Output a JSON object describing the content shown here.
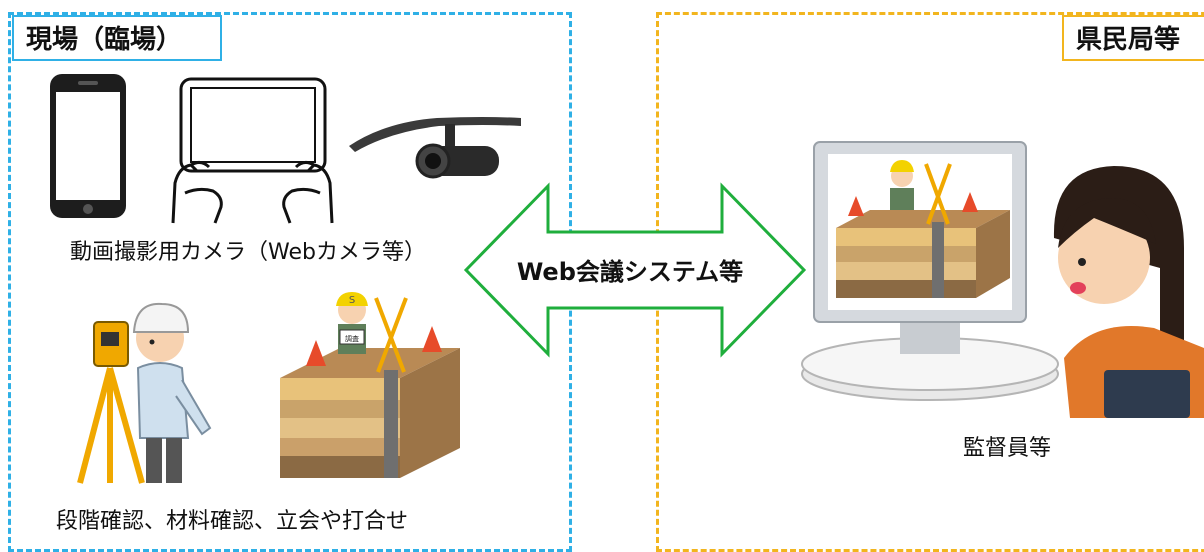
{
  "site_panel": {
    "title": "現場（臨場）"
  },
  "office_panel": {
    "title": "県民局等"
  },
  "devices_caption": "動画撮影用カメラ（Webカメラ等）",
  "activities_caption": "段階確認、材料確認、立会や打合せ",
  "connection_label": "Web会議システム等",
  "supervisor_caption": "監督員等",
  "illustration_labels": {
    "helmet_letter": "S",
    "sign_text": "調査"
  },
  "colors": {
    "site_border": "#2fb0e6",
    "office_border": "#f2b51e",
    "arrow": "#1fae3c"
  }
}
